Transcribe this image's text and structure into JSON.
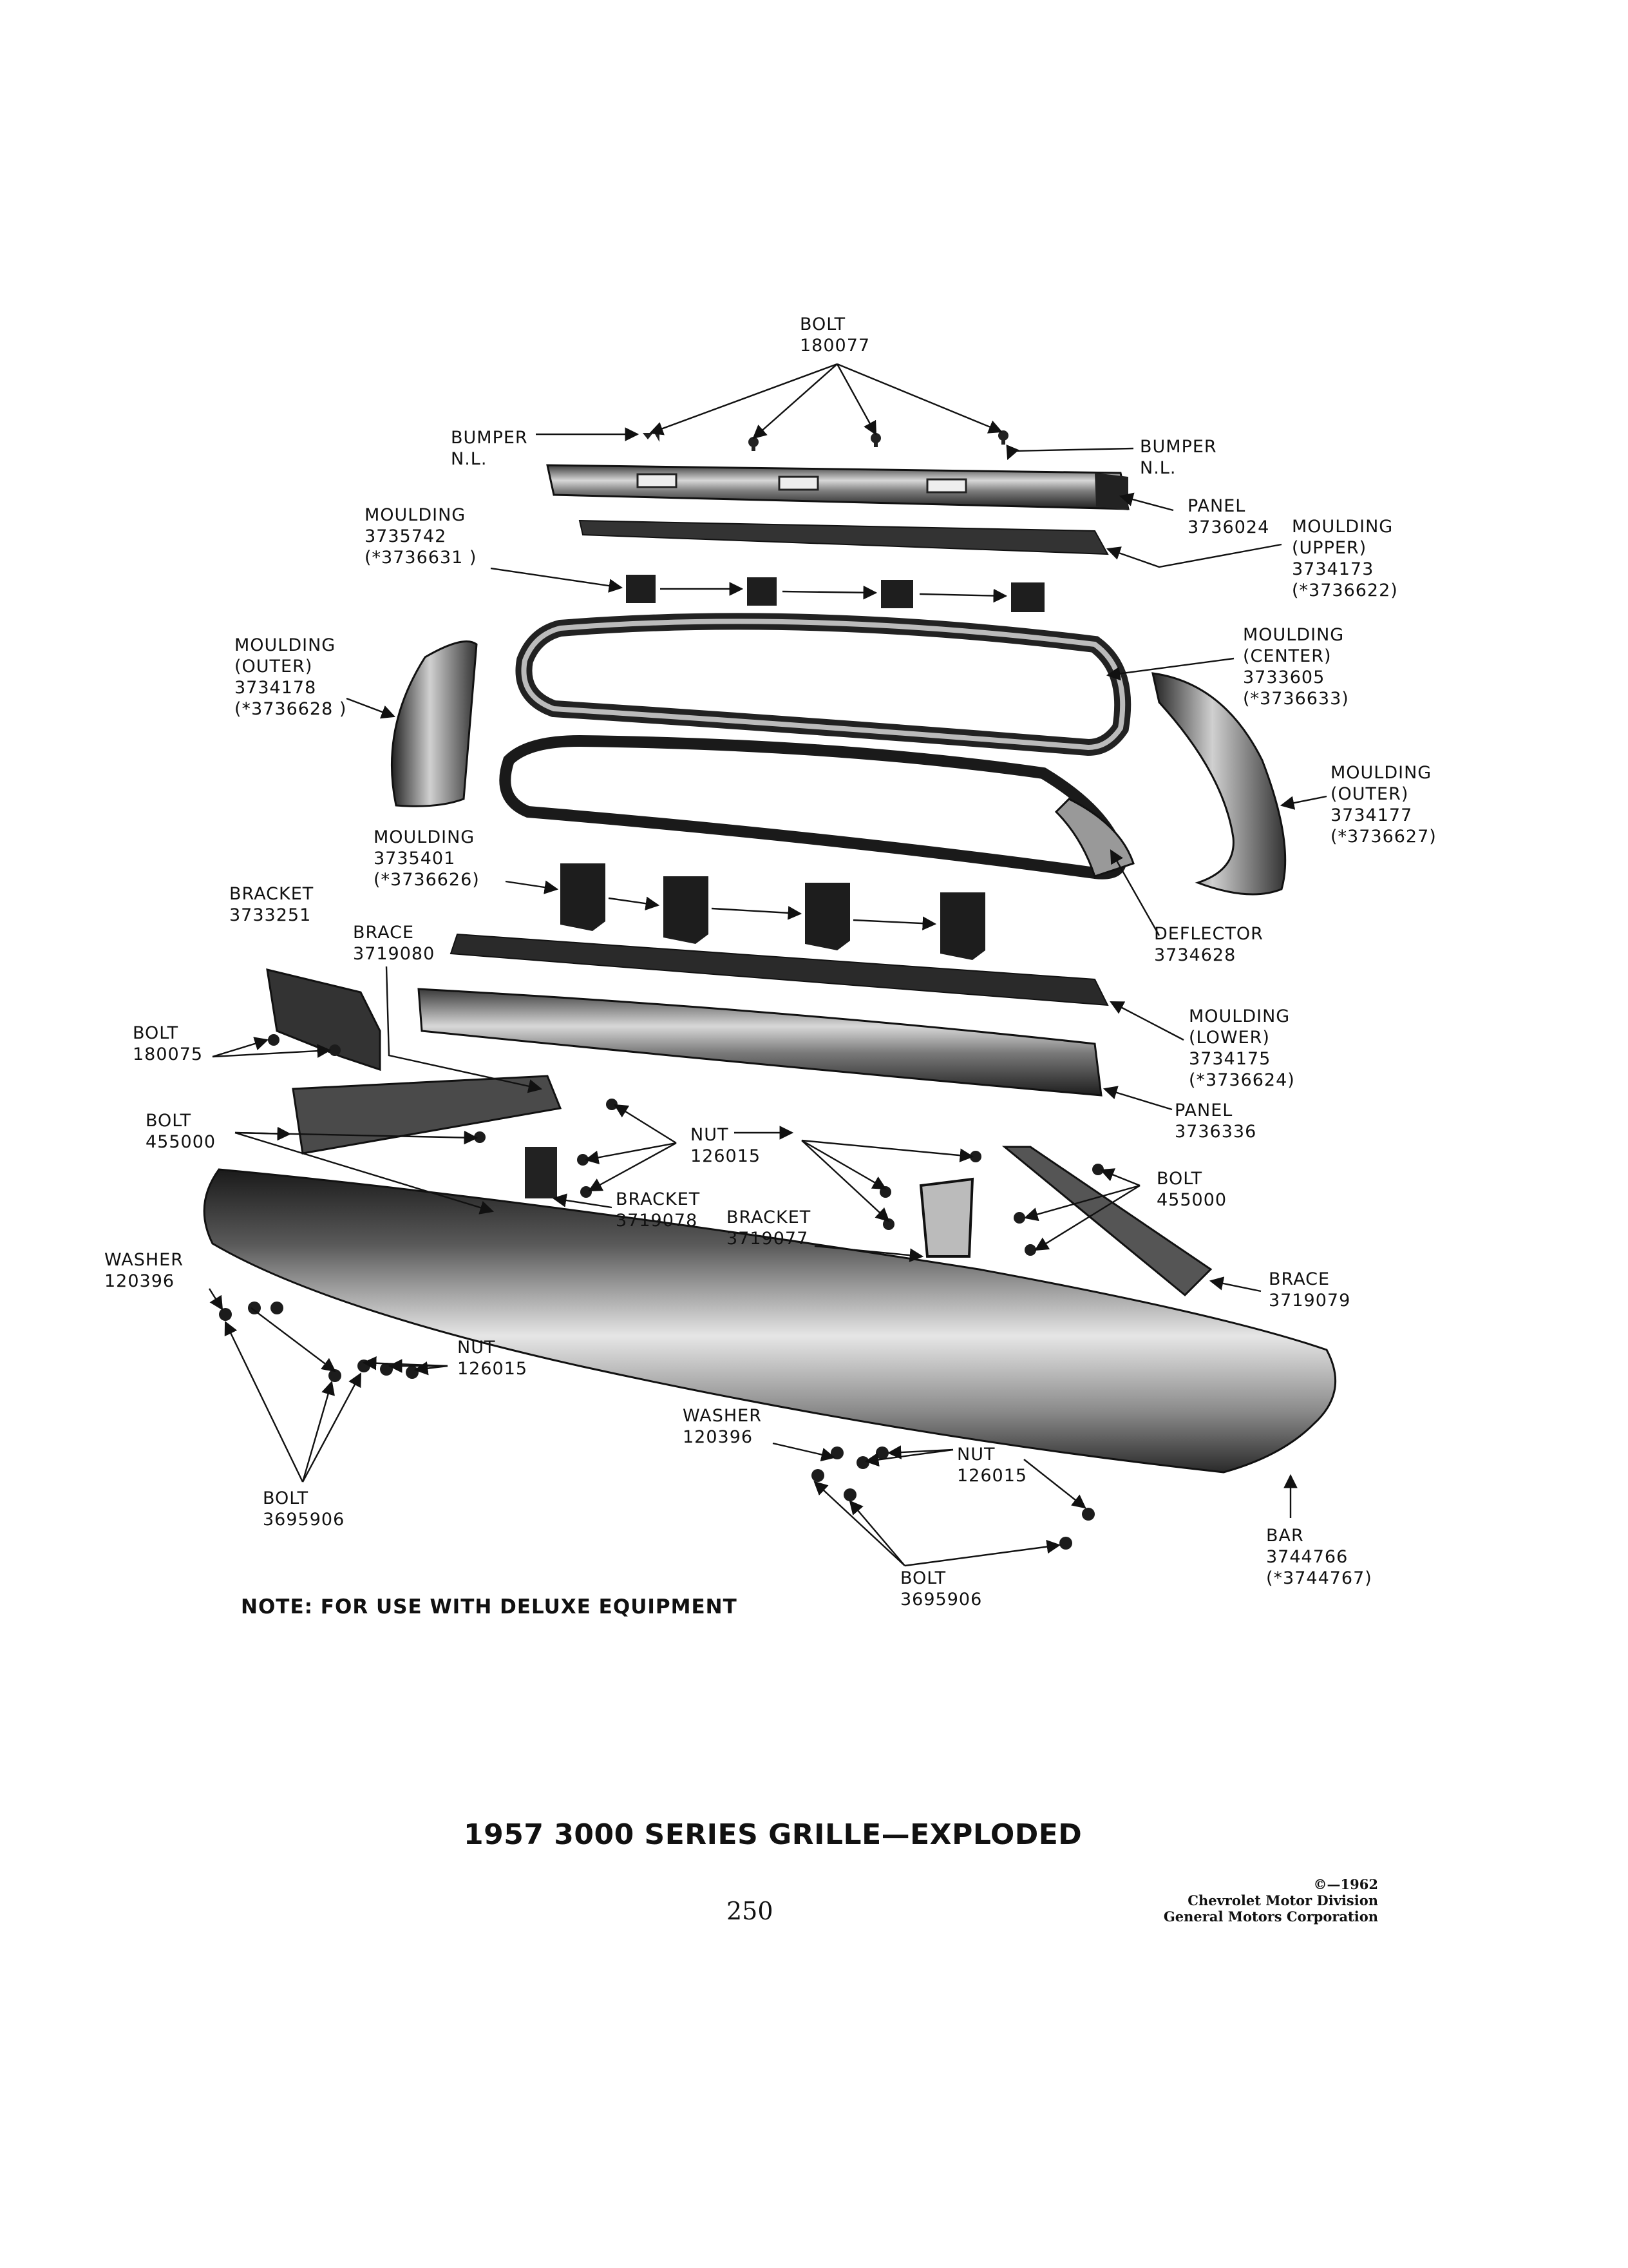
{
  "labels": {
    "bolt_top": [
      "BOLT",
      "180077"
    ],
    "bumper_left": [
      "BUMPER",
      "N.L."
    ],
    "bumper_right": [
      "BUMPER",
      "N.L."
    ],
    "panel_top": [
      "PANEL",
      "3736024"
    ],
    "moulding_upper": [
      "MOULDING",
      "(UPPER)",
      "3734173",
      "(*3736622)"
    ],
    "moulding_left_small": [
      "MOULDING",
      "3735742",
      "(*3736631 )"
    ],
    "moulding_outer_left": [
      "MOULDING",
      "(OUTER)",
      "3734178",
      "(*3736628 )"
    ],
    "moulding_center": [
      "MOULDING",
      "(CENTER)",
      "3733605",
      "(*3736633)"
    ],
    "moulding_outer_right": [
      "MOULDING",
      "(OUTER)",
      "3734177",
      "(*3736627)"
    ],
    "moulding_mid": [
      "MOULDING",
      "3735401",
      "(*3736626)"
    ],
    "bracket_left": [
      "BRACKET",
      "3733251"
    ],
    "brace_left": [
      "BRACE",
      "3719080"
    ],
    "deflector": [
      "DEFLECTOR",
      "3734628"
    ],
    "bolt_180075": [
      "BOLT",
      "180075"
    ],
    "moulding_lower": [
      "MOULDING",
      "(LOWER)",
      "3734175",
      "(*3736624)"
    ],
    "bolt_455000_left": [
      "BOLT",
      "455000"
    ],
    "panel_lower": [
      "PANEL",
      "3736336"
    ],
    "nut_center": [
      "NUT",
      "126015"
    ],
    "bracket_3719078": [
      "BRACKET",
      "3719078"
    ],
    "bracket_3719077": [
      "BRACKET",
      "3719077"
    ],
    "bolt_455000_right": [
      "BOLT",
      "455000"
    ],
    "washer_left": [
      "WASHER",
      "120396"
    ],
    "brace_right": [
      "BRACE",
      "3719079"
    ],
    "nut_left": [
      "NUT",
      "126015"
    ],
    "washer_center": [
      "WASHER",
      "120396"
    ],
    "nut_lower": [
      "NUT",
      "126015"
    ],
    "bolt_3695906_left": [
      "BOLT",
      "3695906"
    ],
    "bar": [
      "BAR",
      "3744766",
      "(*3744767)"
    ],
    "bolt_3695906_center": [
      "BOLT",
      "3695906"
    ]
  },
  "note": "NOTE: FOR USE WITH DELUXE EQUIPMENT",
  "title": "1957 3000 SERIES GRILLE—EXPLODED",
  "page_number": "250",
  "copyright": [
    "©—1962",
    "Chevrolet Motor Division",
    "General Motors Corporation"
  ]
}
